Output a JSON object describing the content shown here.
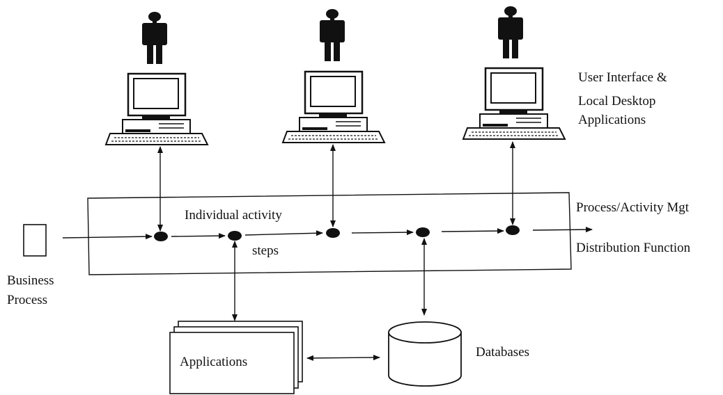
{
  "diagram": {
    "user_interface_label": [
      "User Interface &",
      "Local Desktop",
      "Applications"
    ],
    "process_mgt_label": "Process/Activity Mgt",
    "distribution_label": "Distribution Function",
    "individual_activity_label": "Individual activity",
    "steps_label": "steps",
    "business_process_label": [
      "Business",
      "Process"
    ],
    "applications_label": "Applications",
    "databases_label": "Databases"
  },
  "colors": {
    "ink": "#111111",
    "paper": "#ffffff"
  }
}
